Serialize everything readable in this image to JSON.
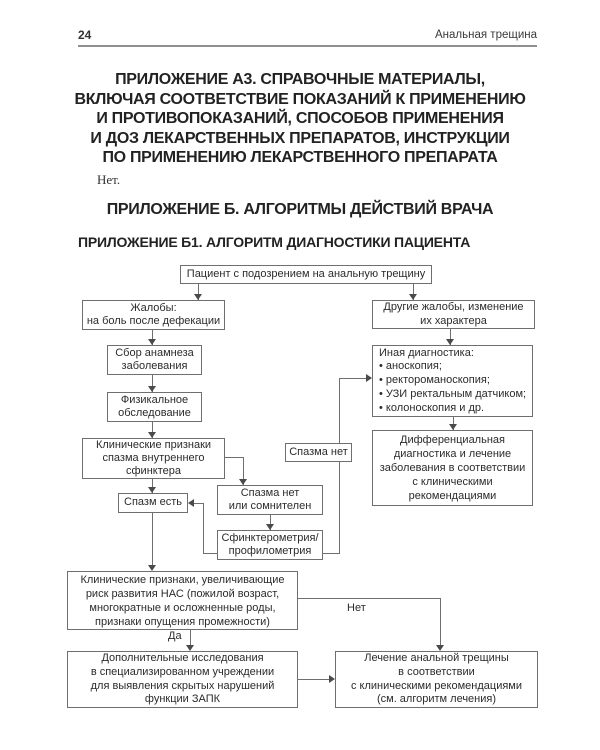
{
  "page_header": {
    "page_number": "24",
    "running_title": "Анальная трещина"
  },
  "appendix_a3": {
    "title": "ПРИЛОЖЕНИЕ А3. СПРАВОЧНЫЕ МАТЕРИАЛЫ,\nВКЛЮЧАЯ СООТВЕТСТВИЕ ПОКАЗАНИЙ К ПРИМЕНЕНИЮ\nИ ПРОТИВОПОКАЗАНИЙ, СПОСОБОВ ПРИМЕНЕНИЯ\nИ ДОЗ ЛЕКАРСТВЕННЫХ ПРЕПАРАТОВ, ИНСТРУКЦИИ\nПО ПРИМЕНЕНИЮ ЛЕКАРСТВЕННОГО ПРЕПАРАТА",
    "body": "Нет."
  },
  "appendix_b": {
    "title": "ПРИЛОЖЕНИЕ Б. АЛГОРИТМЫ ДЕЙСТВИЙ ВРАЧА"
  },
  "appendix_b1": {
    "title": "ПРИЛОЖЕНИЕ Б1. АЛГОРИТМ ДИАГНОСТИКИ ПАЦИЕНТА"
  },
  "flowchart": {
    "nodes": {
      "patient": {
        "text": "Пациент с подозрением на анальную трещину"
      },
      "complaints": {
        "text": "Жалобы:\nна боль после дефекации"
      },
      "other_complaints": {
        "text": "Другие жалобы, изменение\nих характера"
      },
      "anamnesis": {
        "text": "Сбор анамнеза\nзаболевания"
      },
      "physical": {
        "text": "Физикальное\nобследование"
      },
      "other_diagnostics": {
        "text": "Иная диагностика:\n• аноскопия;\n• ректороманоскопия;\n• УЗИ ректальным датчиком;\n• колоноскопия и др."
      },
      "clinical_signs": {
        "text": "Клинические признаки\nспазма внутреннего\nсфинктера"
      },
      "spasm_none": {
        "text": "Спазма нет"
      },
      "diff_diagnosis": {
        "text": "Дифференциальная\nдиагностика и лечение\nзаболевания в соответствии\nс клиническими\nрекомендациями"
      },
      "spasm_yes": {
        "text": "Спазм есть"
      },
      "spasm_no_doubtful": {
        "text": "Спазма нет\nили сомнителен"
      },
      "sphincterometry": {
        "text": "Сфинктерометрия/\nпрофилометрия"
      },
      "risk_factors": {
        "text": "Клинические признаки, увеличивающие\nриск развития НАС (пожилой возраст,\nмногократные и осложненные роды,\nпризнаки опущения промежности)"
      },
      "additional_research": {
        "text": "Дополнительные исследования\nв специализированном учреждении\nдля выявления скрытых нарушений\nфункции ЗАПК"
      },
      "treatment": {
        "text": "Лечение анальной трещины\nв соответствии\nс клиническими рекомендациями\n(см. алгоритм лечения)"
      }
    },
    "edge_labels": {
      "yes": "Да",
      "no": "Нет"
    }
  },
  "colors": {
    "box_border": "#6f6f6f",
    "line": "#6f6f6f",
    "text": "#2b2b2b",
    "header_rule": "#8f8f8f"
  }
}
